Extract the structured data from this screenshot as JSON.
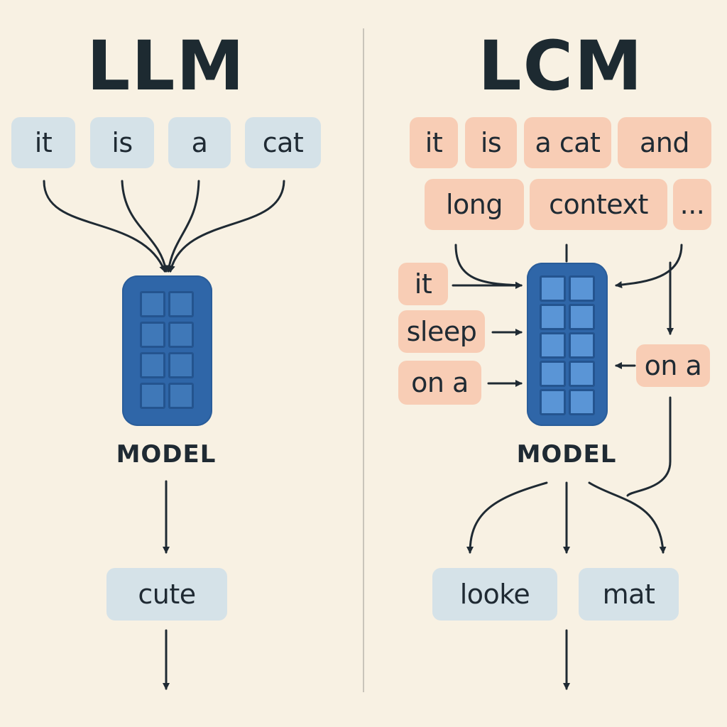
{
  "llm": {
    "title": "LLM",
    "input_tokens": [
      "it",
      "is",
      "a",
      "cat"
    ],
    "model_label": "MODEL",
    "output_token": "cute"
  },
  "lcm": {
    "title": "LCM",
    "context_tokens": [
      "it",
      "is",
      "a cat",
      "and",
      "long",
      "context",
      "..."
    ],
    "side_inputs": [
      "it",
      "sleep",
      "on a"
    ],
    "right_input": "on a",
    "model_label": "MODEL",
    "output_tokens": [
      "looke",
      "mat"
    ]
  },
  "colors": {
    "background": "#f8f1e3",
    "llm_token": "#d5e2e8",
    "lcm_token": "#f8cdb5",
    "model_block": "#2f66a8",
    "text": "#1f2a33",
    "divider": "#c9c4ba"
  }
}
